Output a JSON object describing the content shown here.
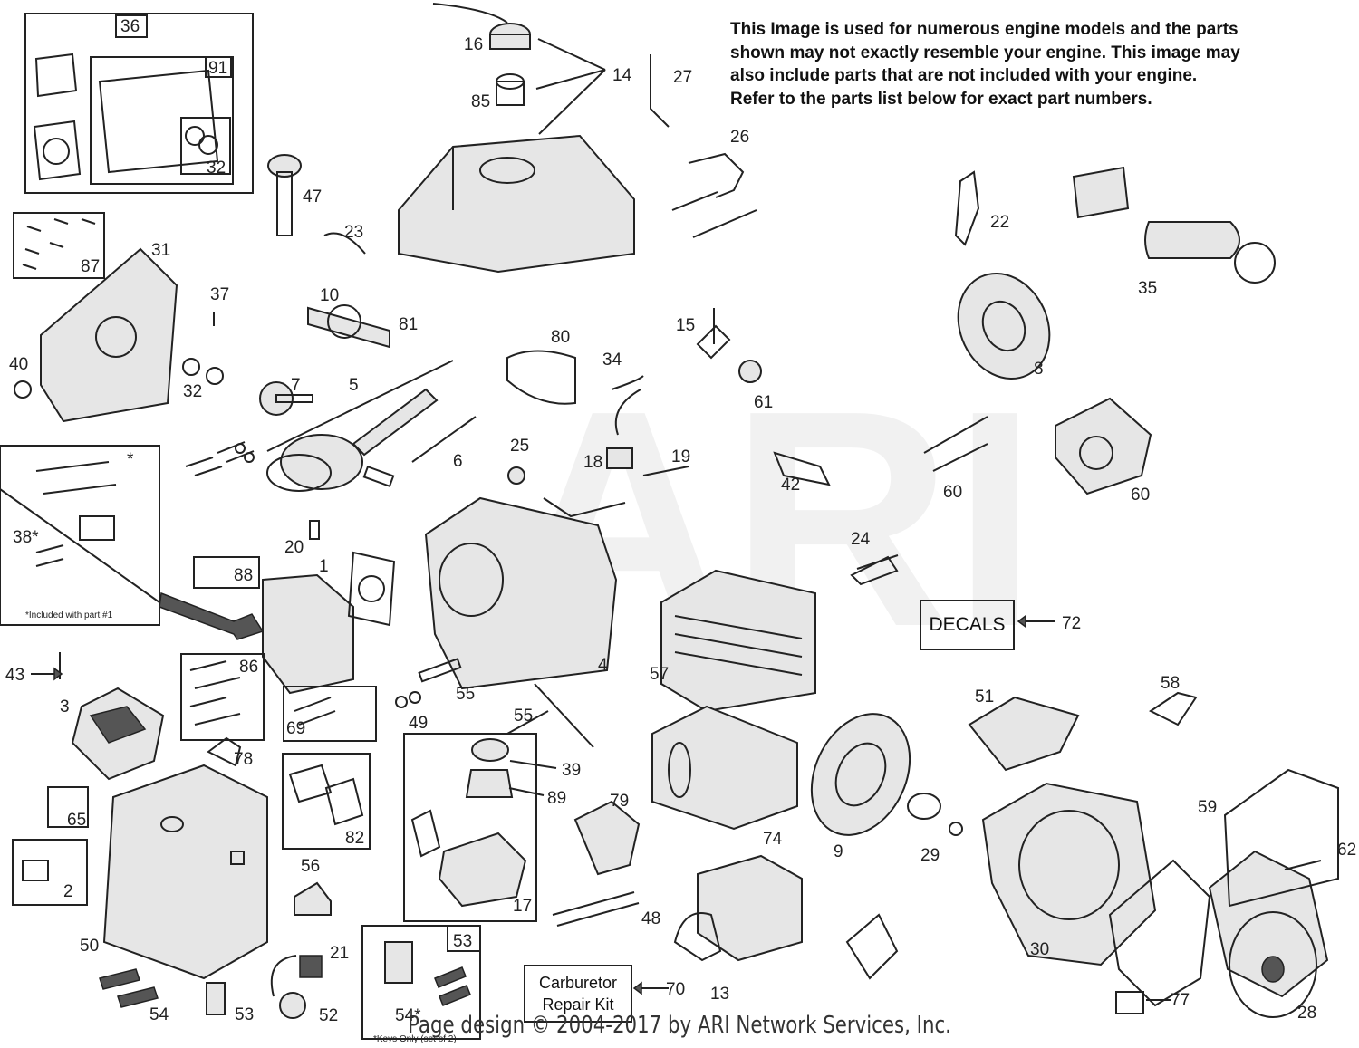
{
  "header_note": {
    "lines": [
      "This Image is used for numerous engine models and the parts",
      "shown may not exactly resemble your engine. This image may",
      "also include parts that are not included with your engine.",
      "Refer to the parts list below for exact part numbers."
    ]
  },
  "watermark": "ARI",
  "callouts": {
    "decals_box": "DECALS",
    "decals_ref": "72",
    "carb_kit_line1": "Carburetor",
    "carb_kit_line2": "Repair Kit",
    "carb_kit_ref": "70"
  },
  "notes": {
    "included_with_part1": "*Included with part #1",
    "keys_only": "*Keys Only (set of 2)",
    "asterisk": "*"
  },
  "part_labels": [
    "36",
    "91",
    "32",
    "16",
    "14",
    "85",
    "27",
    "26",
    "47",
    "23",
    "87",
    "31",
    "37",
    "40",
    "32",
    "10",
    "81",
    "80",
    "15",
    "34",
    "61",
    "22",
    "35",
    "8",
    "7",
    "5",
    "6",
    "25",
    "18",
    "19",
    "42",
    "60",
    "60",
    "38*",
    "20",
    "88",
    "1",
    "24",
    "72",
    "43",
    "3",
    "86",
    "4",
    "55",
    "57",
    "49",
    "55",
    "69",
    "78",
    "39",
    "89",
    "51",
    "58",
    "65",
    "79",
    "74",
    "9",
    "29",
    "59",
    "62",
    "2",
    "82",
    "56",
    "17",
    "48",
    "30",
    "50",
    "21",
    "53",
    "13",
    "54",
    "53",
    "52",
    "54*",
    "70",
    "77",
    "28"
  ],
  "footer": "Page design © 2004-2017 by ARI Network Services, Inc."
}
